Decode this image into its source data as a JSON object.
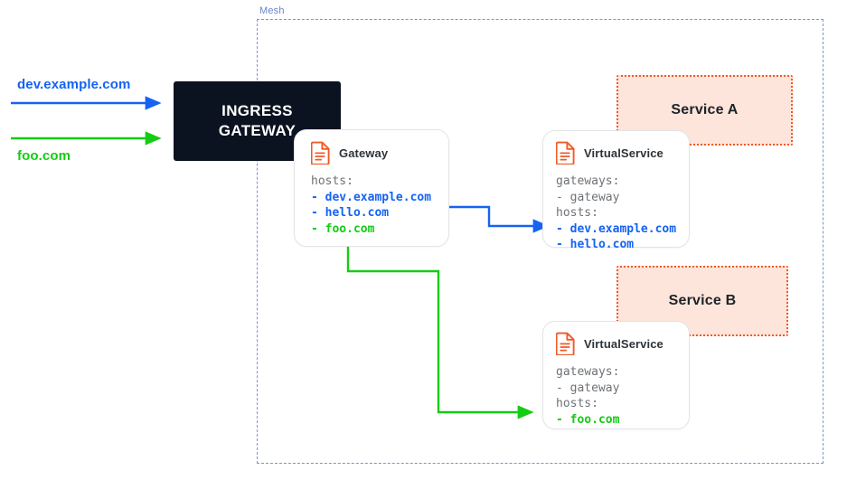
{
  "diagram": {
    "mesh_label": "Mesh",
    "ingress": {
      "line1": "INGRESS",
      "line2": "GATEWAY"
    },
    "traffic": [
      {
        "label": "dev.example.com",
        "color": "#1463f3"
      },
      {
        "label": "foo.com",
        "color": "#14cc14"
      }
    ],
    "gateway_card": {
      "title": "Gateway",
      "icon": "document-icon",
      "lines": [
        {
          "key": "hosts:",
          "items": []
        },
        {
          "item": "- dev.example.com",
          "color": "blue"
        },
        {
          "item": "- hello.com",
          "color": "blue"
        },
        {
          "item": "- foo.com",
          "color": "green"
        }
      ],
      "code_key": "hosts:",
      "code_item_1": "- dev.example.com",
      "code_item_2": "- hello.com",
      "code_item_3": "- foo.com"
    },
    "virtualservice_a": {
      "title": "VirtualService",
      "icon": "document-icon",
      "gateways_key": "gateways:",
      "gateways_item": "- gateway",
      "hosts_key": "hosts:",
      "hosts_item_1": "- dev.example.com",
      "hosts_item_2": "- hello.com"
    },
    "virtualservice_b": {
      "title": "VirtualService",
      "icon": "document-icon",
      "gateways_key": "gateways:",
      "gateways_item": "- gateway",
      "hosts_key": "hosts:",
      "hosts_item_1": "- foo.com"
    },
    "service_a": {
      "label": "Service A"
    },
    "service_b": {
      "label": "Service B"
    },
    "colors": {
      "blue": "#1463f3",
      "green": "#14cc14",
      "mesh_border": "#7a93d6",
      "service_fill": "#fde5db",
      "service_border": "#f05a28",
      "ingress_bg": "#0b1220",
      "icon_orange": "#f05a28"
    }
  }
}
